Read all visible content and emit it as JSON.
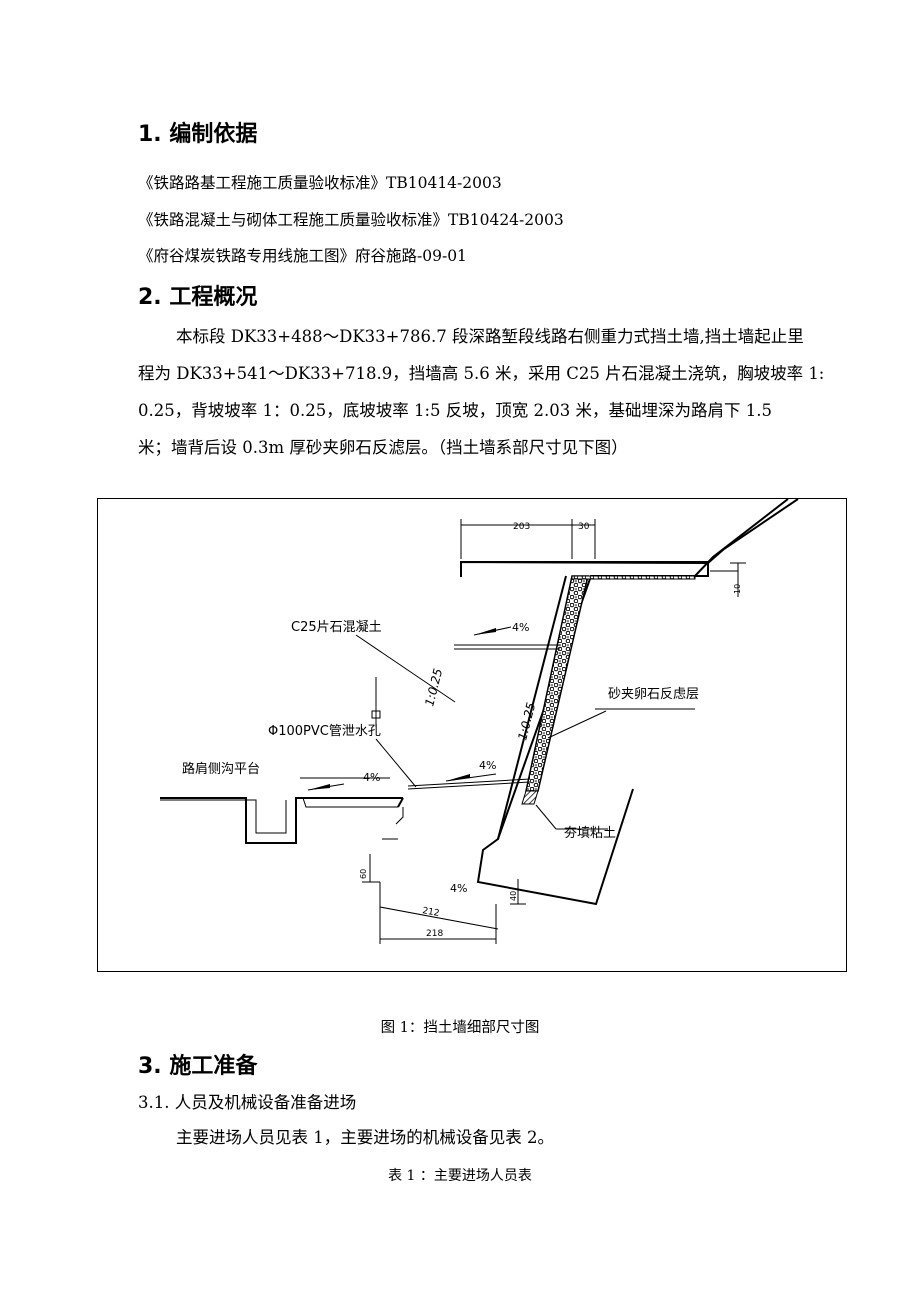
{
  "sections": {
    "s1_title": "1. 编制依据",
    "s2_title": "2. 工程概况",
    "s3_title": "3. 施工准备"
  },
  "references": [
    "《铁路路基工程施工质量验收标准》TB10414-2003",
    "《铁路混凝土与砌体工程施工质量验收标准》TB10424-2003",
    "《府谷煤炭铁路专用线施工图》府谷施路-09-01"
  ],
  "overview_lines": [
    "本标段 DK33+488～DK33+786.7 段深路堑段线路右侧重力式挡土墙,挡土墙起止里",
    "程为 DK33+541～DK33+718.9，挡墙高 5.6 米，采用 C25 片石混凝土浇筑，胸坡坡率 1:",
    "0.25，背坡坡率 1：0.25，底坡坡率 1:5 反坡，顶宽 2.03 米，基础埋深为路肩下 1.5",
    "米；墙背后设 0.3m 厚砂夹卵石反滤层。（挡土墙系部尺寸见下图）"
  ],
  "figure": {
    "labels": {
      "concrete": "C25片石混凝土",
      "filter": "砂夹卵石反虑层",
      "pipe": "Φ100PVC管泄水孔",
      "platform": "路肩侧沟平台",
      "clay": "夯填粘土",
      "slope_front": "1:0.25",
      "slope_back": "1:0.25",
      "grade_top": "4%",
      "grade_mid_right": "4%",
      "grade_mid_left": "4%",
      "grade_bottom": "4%",
      "dim_top": "203",
      "dim_top_small": "30",
      "dim_right": "10",
      "dim_left_small": "60",
      "dim_right_small": "40",
      "dim_bottom_inclined": "212",
      "dim_bottom": "218"
    },
    "caption": "图 1：挡土墙细部尺寸图"
  },
  "s31_title": "3.1. 人员及机械设备准备进场",
  "s31_text": "主要进场人员见表 1，主要进场的机械设备见表 2。",
  "table1_caption": "表 1 ：主要进场人员表"
}
